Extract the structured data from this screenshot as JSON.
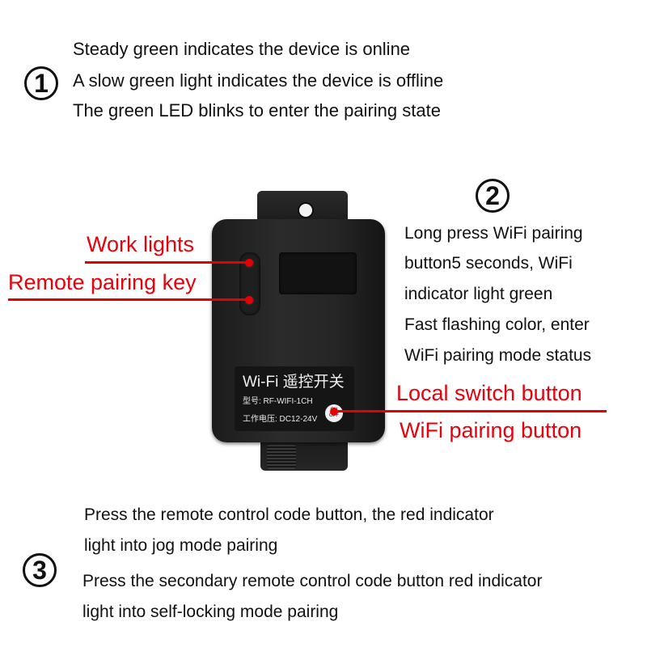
{
  "section1": {
    "number": "1",
    "lines": [
      "Steady green indicates the device is online",
      "A slow green light indicates the device is offline",
      "The green LED blinks to enter the pairing state"
    ]
  },
  "section2": {
    "number": "2",
    "lines": [
      "Long press WiFi pairing",
      "button5 seconds, WiFi",
      "indicator light green",
      "Fast flashing color, enter",
      "WiFi pairing mode status"
    ]
  },
  "section3": {
    "number": "3",
    "lines": [
      "Press the remote control code button, the red indicator",
      "light into jog mode pairing",
      "Press the secondary remote control code button red indicator",
      "light into self-locking mode pairing"
    ]
  },
  "callouts": {
    "work_lights": "Work lights",
    "remote_pairing_key": "Remote pairing key",
    "local_switch_button": "Local switch button",
    "wifi_pairing_button": "WiFi pairing button"
  },
  "device": {
    "title": "Wi-Fi 遥控开关",
    "model": "型号: RF-WIFI-1CH",
    "voltage": "工作电压: DC12-24V",
    "switch_on": "ON",
    "switch_off": "OFF"
  },
  "colors": {
    "callout_red": "#e8000b",
    "text": "#111111",
    "device_body": "#222222"
  }
}
